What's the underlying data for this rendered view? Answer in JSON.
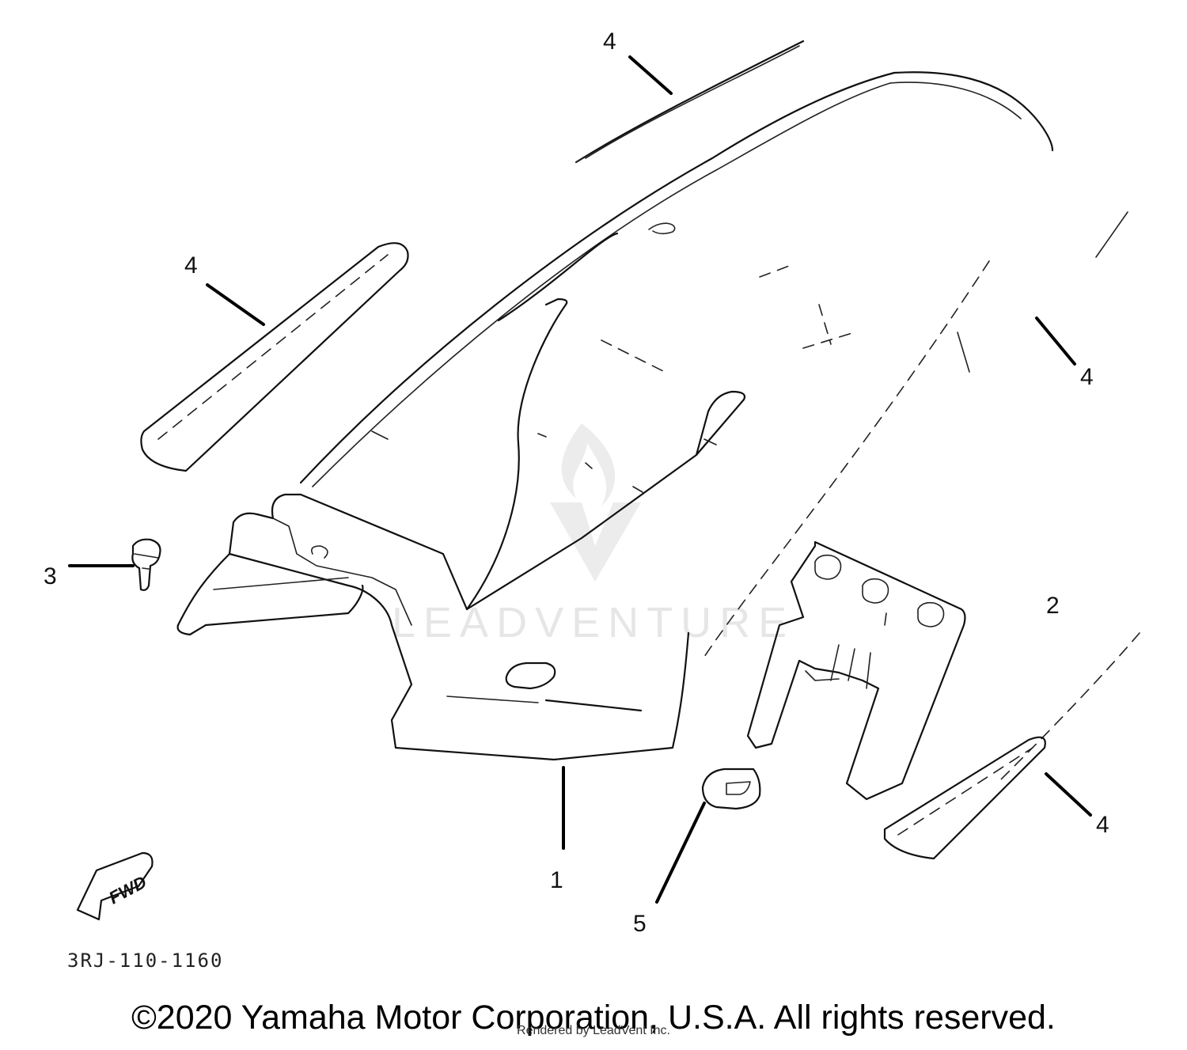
{
  "diagram": {
    "callouts": {
      "part_1": "1",
      "part_2": "2",
      "part_3": "3",
      "part_4_top": "4",
      "part_4_left": "4",
      "part_4_right": "4",
      "part_4_bottom": "4",
      "part_5": "5"
    },
    "fwd_label": "FWD",
    "diagram_code": "3RJ-110-1160"
  },
  "watermark": {
    "text": "LEADVENTURE"
  },
  "footer": {
    "copyright": "©2020 Yamaha Motor Corporation, U.S.A. All rights reserved.",
    "rendered_by": "Rendered by LeadVent Inc."
  },
  "colors": {
    "line": "#111111",
    "background": "#ffffff",
    "watermark": "#e6e6e6"
  }
}
